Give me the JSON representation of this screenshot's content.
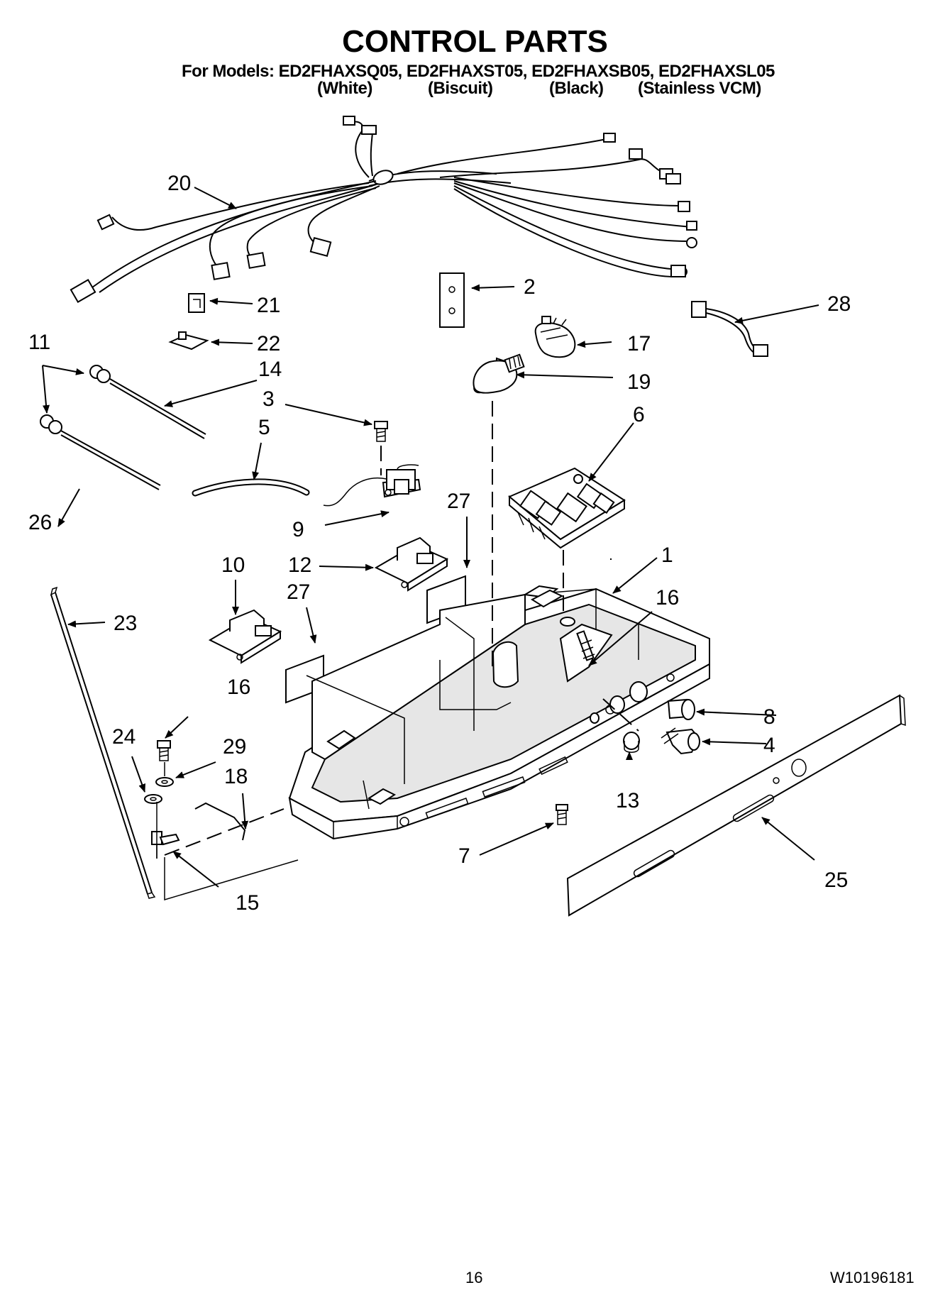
{
  "header": {
    "title": "CONTROL PARTS",
    "models": "For Models: ED2FHAXSQ05, ED2FHAXST05, ED2FHAXSB05, ED2FHAXSL05",
    "variants": [
      "(White)",
      "(Biscuit)",
      "(Black)",
      "(Stainless VCM)"
    ]
  },
  "callouts": {
    "c1": "1",
    "c2": "2",
    "c3": "3",
    "c4": "4",
    "c5": "5",
    "c6": "6",
    "c7": "7",
    "c8": "8",
    "c9": "9",
    "c10": "10",
    "c11": "11",
    "c12": "12",
    "c13": "13",
    "c14": "14",
    "c15": "15",
    "c16a": "16",
    "c16b": "16",
    "c17": "17",
    "c18": "18",
    "c19": "19",
    "c20": "20",
    "c21": "21",
    "c22": "22",
    "c23": "23",
    "c24": "24",
    "c25": "25",
    "c26": "26",
    "c27a": "27",
    "c27b": "27",
    "c28": "28",
    "c29": "29"
  },
  "footer": {
    "page_number": "16",
    "doc_number": "W10196181"
  }
}
